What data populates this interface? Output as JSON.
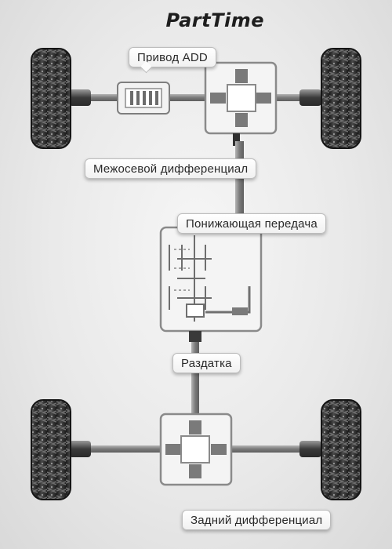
{
  "title": "PartTime",
  "labels": {
    "add_drive": "Привод ADD",
    "center_differential": "Межосевой дифференциал",
    "low_gear": "Понижающая передача",
    "transfer_case": "Раздатка",
    "rear_differential": "Задний дифференциал"
  },
  "colors": {
    "background": "#e9e9e9",
    "shaft": "#8c8c8c",
    "housing": "#f4f4f4",
    "housing_border": "#8a8a8a",
    "tire": "#2b2b2b",
    "text": "#2a2a2a"
  }
}
